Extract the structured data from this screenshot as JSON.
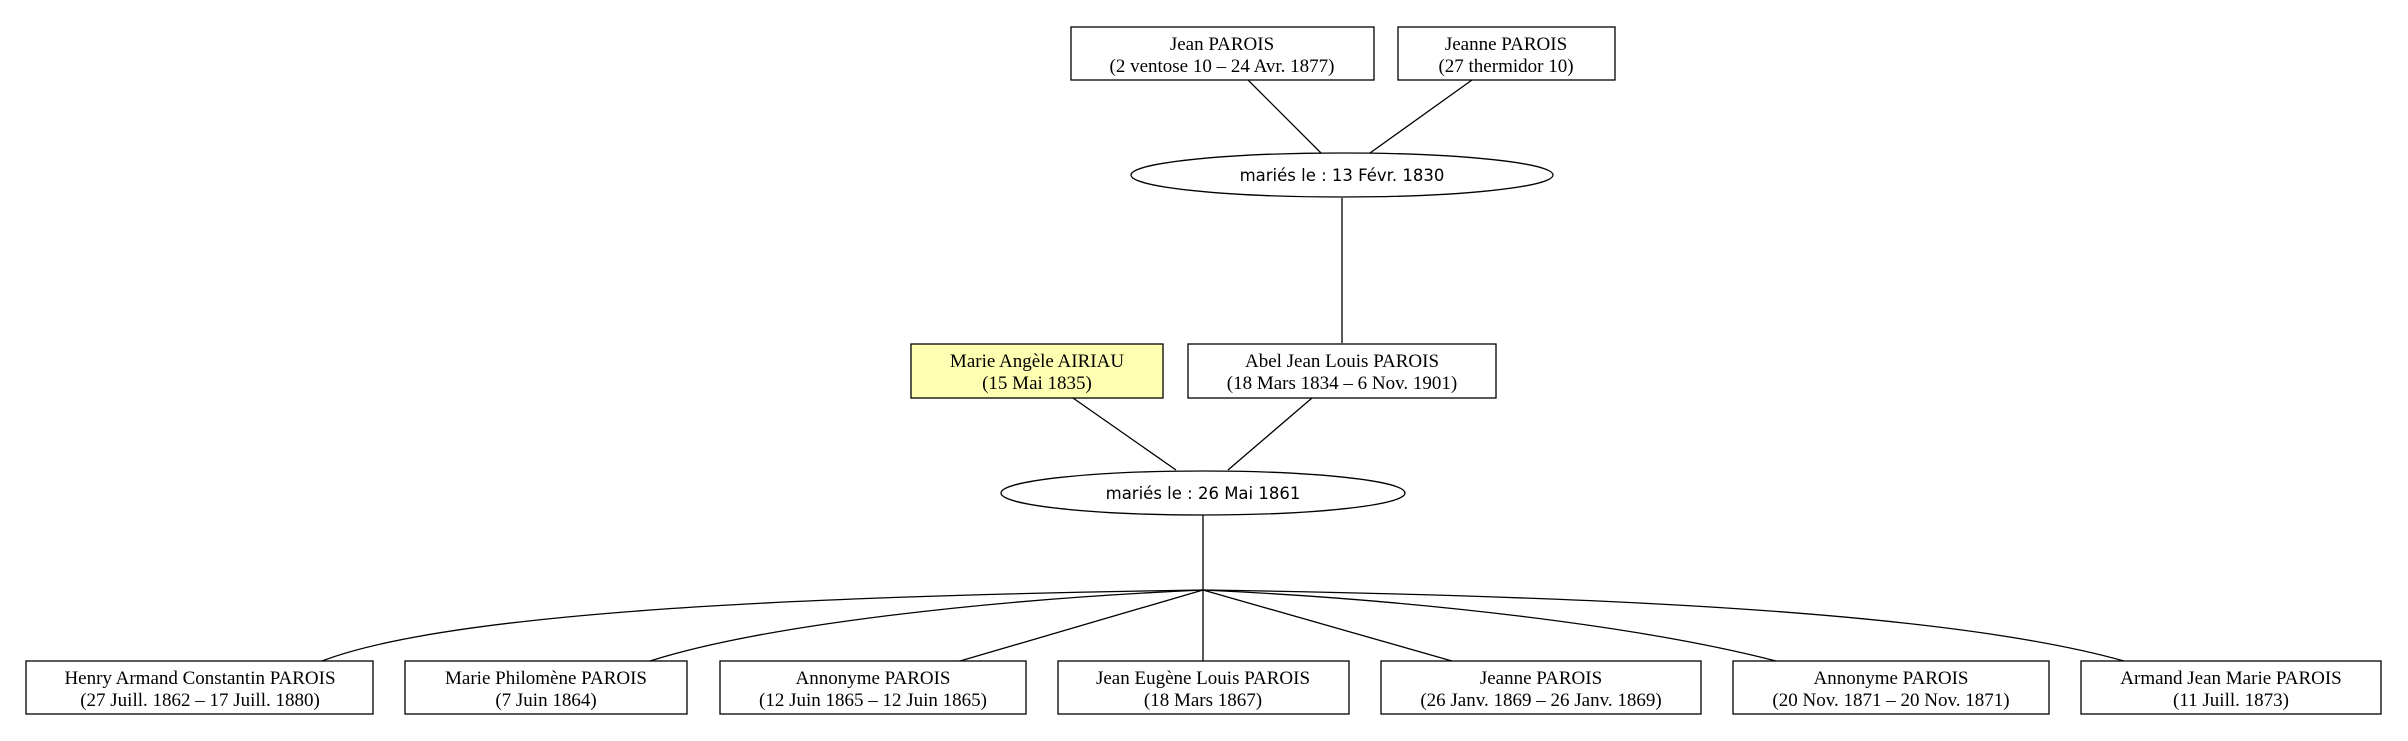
{
  "grandparents": [
    {
      "name": "Jean PAROIS",
      "dates": "(2 ventose 10 – 24 Avr. 1877)"
    },
    {
      "name": "Jeanne PAROIS",
      "dates": "(27 thermidor 10)"
    }
  ],
  "grandparents_union": {
    "label": "mariés le : 13 Févr. 1830"
  },
  "parents": [
    {
      "name": "Marie Angèle AIRIAU",
      "dates": "(15 Mai 1835)",
      "highlight_color": "#ffffb2"
    },
    {
      "name": "Abel Jean Louis PAROIS",
      "dates": "(18 Mars 1834 – 6 Nov. 1901)"
    }
  ],
  "parents_union": {
    "label": "mariés le : 26 Mai 1861"
  },
  "children": [
    {
      "name": "Henry Armand Constantin PAROIS",
      "dates": "(27 Juill. 1862 – 17 Juill. 1880)"
    },
    {
      "name": "Marie Philomène PAROIS",
      "dates": "(7 Juin 1864)"
    },
    {
      "name": "Annonyme PAROIS",
      "dates": "(12 Juin 1865 – 12 Juin 1865)"
    },
    {
      "name": "Jean Eugène Louis PAROIS",
      "dates": "(18 Mars 1867)"
    },
    {
      "name": "Jeanne PAROIS",
      "dates": "(26 Janv. 1869 – 26 Janv. 1869)"
    },
    {
      "name": "Annonyme PAROIS",
      "dates": "(20 Nov. 1871 – 20 Nov. 1871)"
    },
    {
      "name": "Armand Jean Marie PAROIS",
      "dates": "(11 Juill. 1873)"
    }
  ]
}
